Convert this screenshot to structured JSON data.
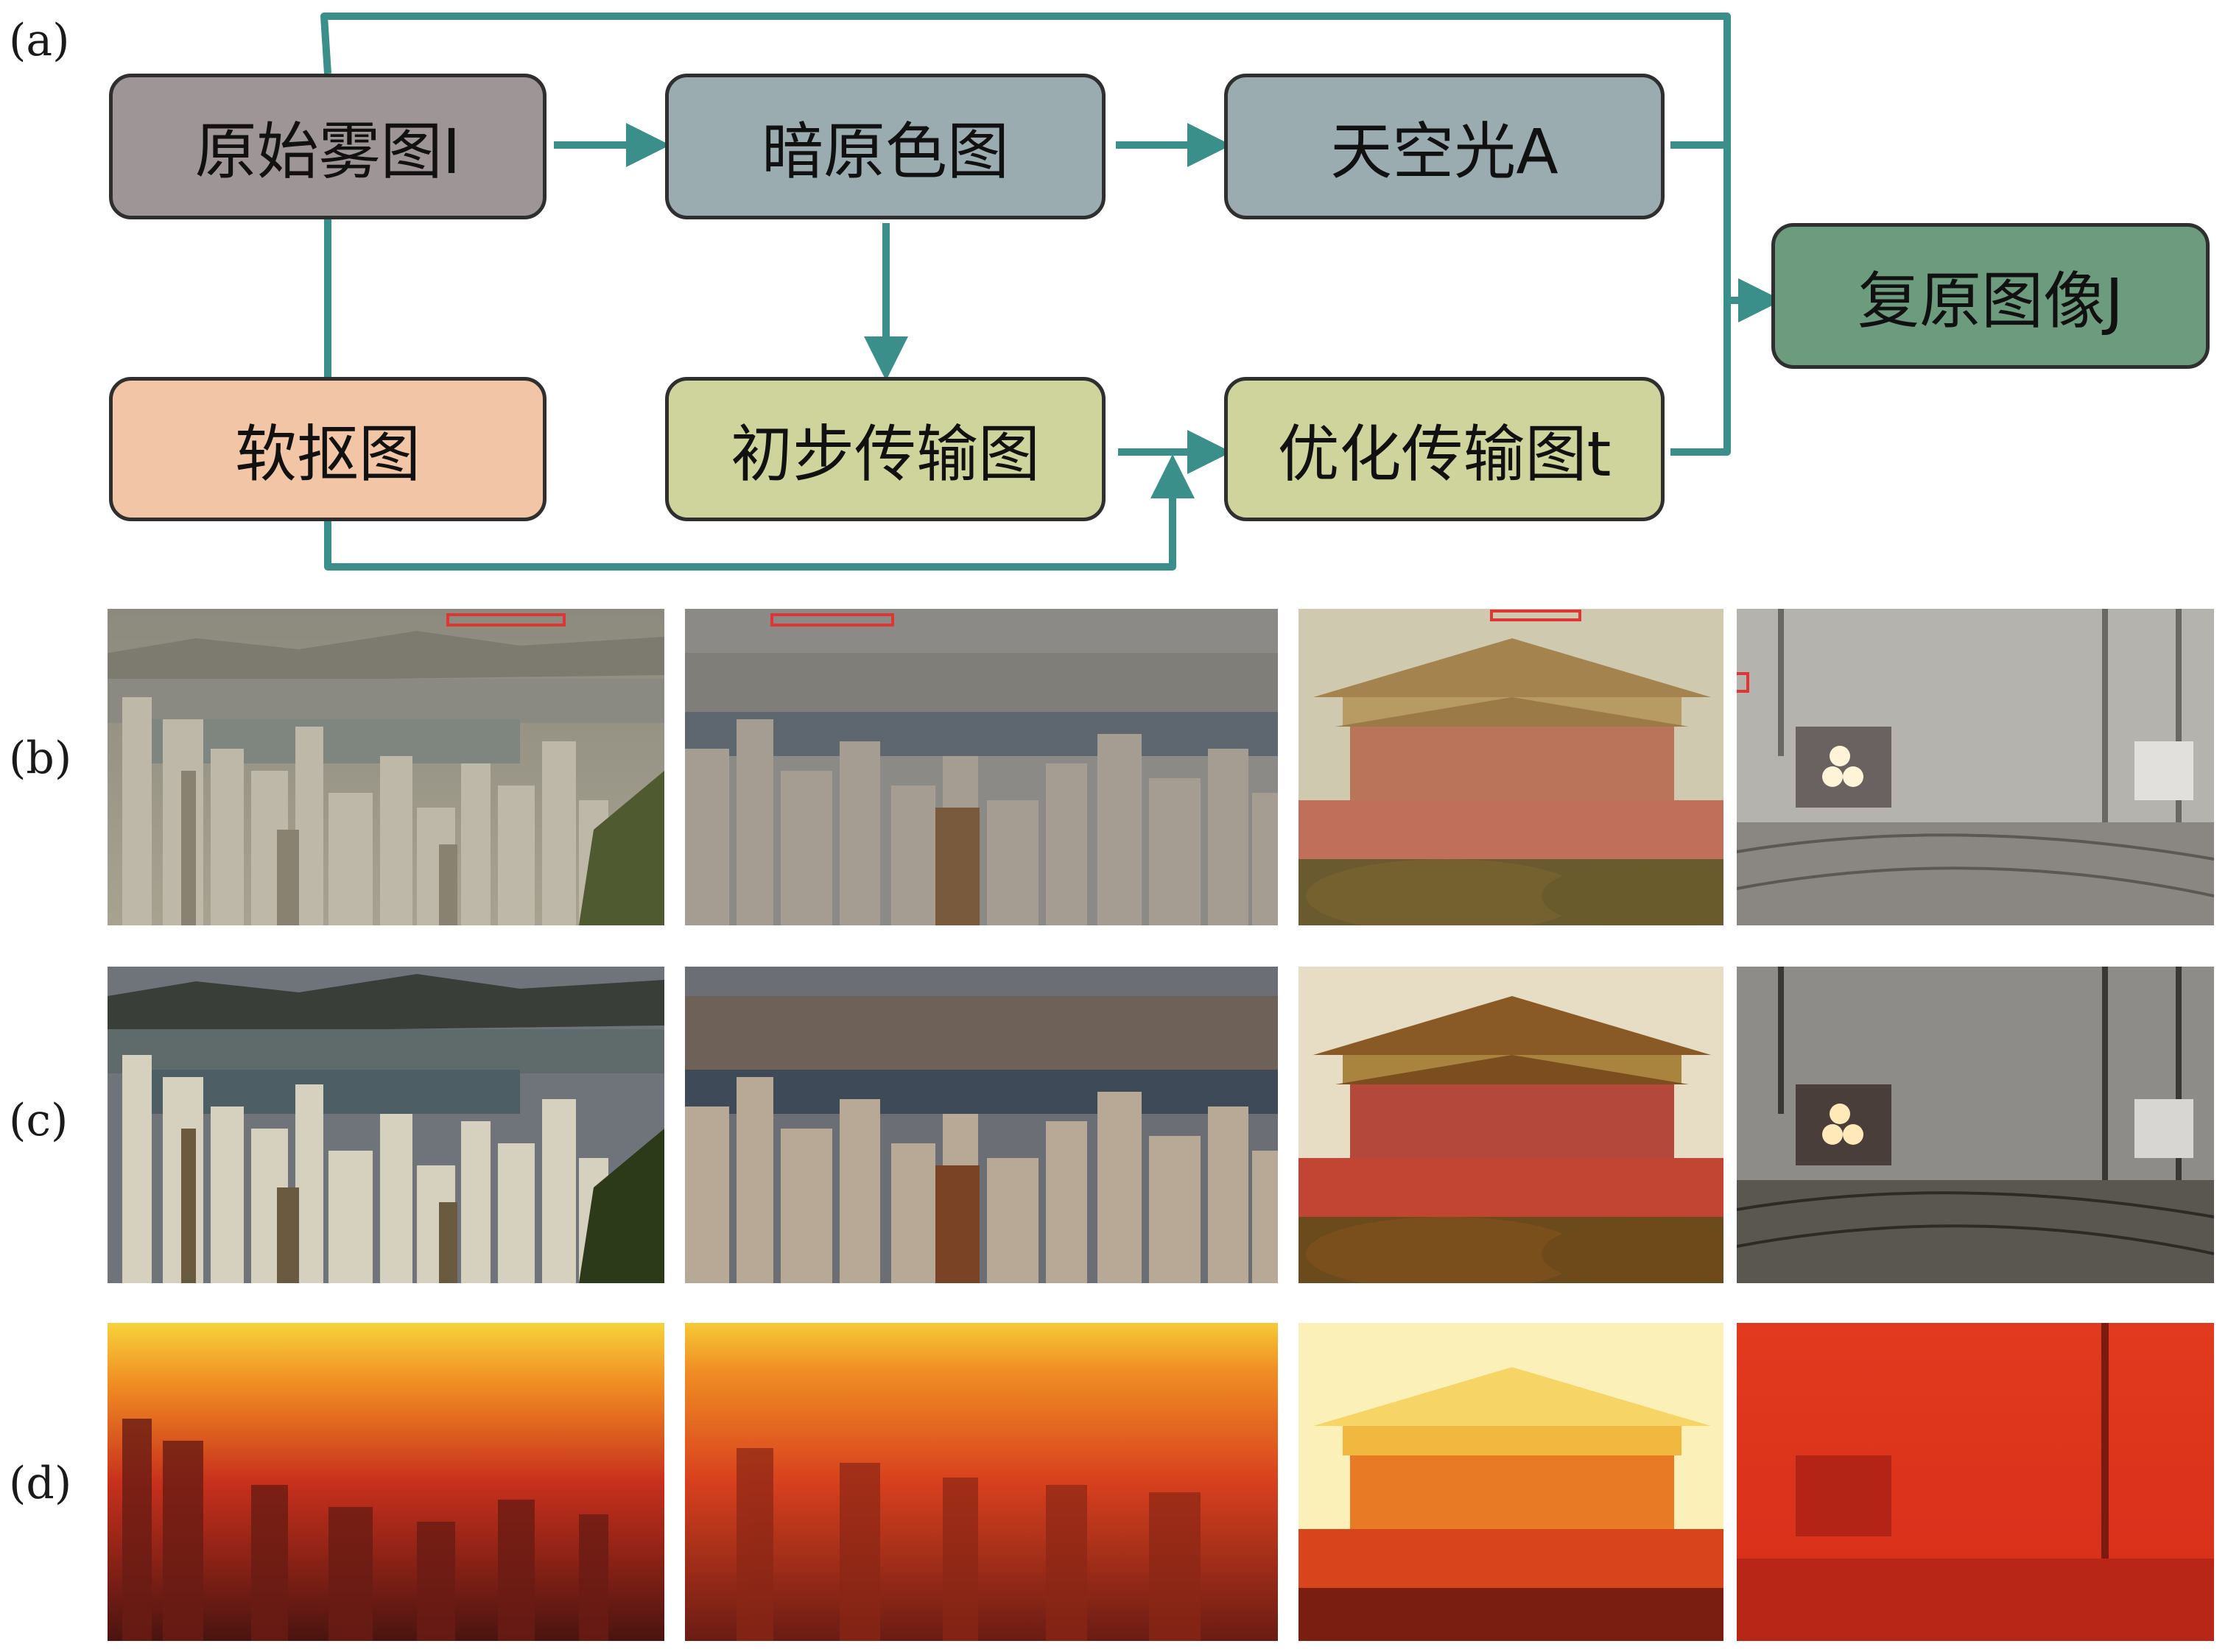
{
  "labels": {
    "a": "(a)",
    "b": "(b)",
    "c": "(c)",
    "d": "(d)"
  },
  "nodes": {
    "hazy": {
      "label": "原始雾图I",
      "color": "#9e9696"
    },
    "dark_channel": {
      "label": "暗原色图",
      "color": "#9aacb0"
    },
    "sky_light": {
      "label": "天空光A",
      "color": "#9aacb0"
    },
    "restored": {
      "label": "复原图像J",
      "color": "#6d9b7e"
    },
    "soft_matting": {
      "label": "软抠图",
      "color": "#f1c5a6"
    },
    "initial_transmission": {
      "label": "初步传输图",
      "color": "#cfd39c"
    },
    "optimized_transmission": {
      "label": "优化传输图t",
      "color": "#cfd39c"
    }
  },
  "colors": {
    "arrow": "#3a8f8a",
    "marker": "#e03535"
  },
  "scenes": [
    "hong-kong-skyline",
    "new-york-aerial",
    "tiananmen-gate",
    "train-in-fog"
  ],
  "rows": {
    "b": "hazy-input",
    "c": "dehazed-result",
    "d": "transmission-map"
  }
}
